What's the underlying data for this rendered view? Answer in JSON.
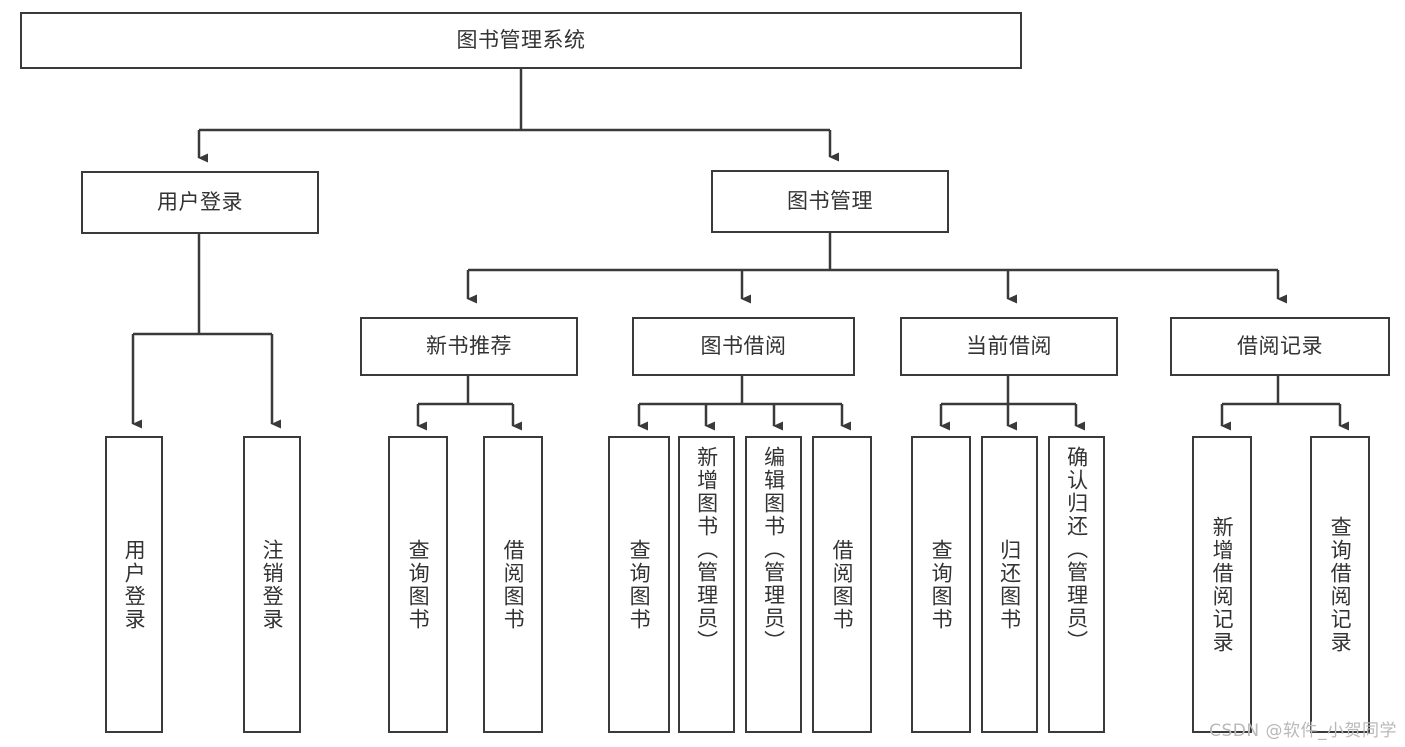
{
  "diagram": {
    "title": "图书管理系统",
    "type": "tree-hierarchy-diagram",
    "root": {
      "id": "root",
      "label": "图书管理系统",
      "orientation": "horizontal"
    },
    "level2": [
      {
        "id": "user-login",
        "label": "用户登录",
        "orientation": "horizontal"
      },
      {
        "id": "book-management",
        "label": "图书管理",
        "orientation": "horizontal"
      }
    ],
    "level3": [
      {
        "id": "new-book-recommend",
        "label": "新书推荐",
        "orientation": "horizontal",
        "parent": "book-management"
      },
      {
        "id": "book-borrow",
        "label": "图书借阅",
        "orientation": "horizontal",
        "parent": "book-management"
      },
      {
        "id": "current-borrow",
        "label": "当前借阅",
        "orientation": "horizontal",
        "parent": "book-management"
      },
      {
        "id": "borrow-record",
        "label": "借阅记录",
        "orientation": "horizontal",
        "parent": "book-management"
      }
    ],
    "leaves": {
      "user-login": [
        {
          "id": "leaf-user-login",
          "label": "用户登录"
        },
        {
          "id": "leaf-user-logout",
          "label": "注销登录"
        }
      ],
      "new-book-recommend": [
        {
          "id": "leaf-query-book-1",
          "label": "查询图书"
        },
        {
          "id": "leaf-borrow-book-1",
          "label": "借阅图书"
        }
      ],
      "book-borrow": [
        {
          "id": "leaf-query-book-2",
          "label": "查询图书"
        },
        {
          "id": "leaf-add-book-admin",
          "label": "新增图书（管理员）"
        },
        {
          "id": "leaf-edit-book-admin",
          "label": "编辑图书（管理员）"
        },
        {
          "id": "leaf-borrow-book-2",
          "label": "借阅图书"
        }
      ],
      "current-borrow": [
        {
          "id": "leaf-query-book-3",
          "label": "查询图书"
        },
        {
          "id": "leaf-return-book",
          "label": "归还图书"
        },
        {
          "id": "leaf-confirm-return-admin",
          "label": "确认归还（管理员）"
        }
      ],
      "borrow-record": [
        {
          "id": "leaf-add-borrow-record",
          "label": "新增借阅记录"
        },
        {
          "id": "leaf-query-borrow-record",
          "label": "查询借阅记录"
        }
      ]
    },
    "colors": {
      "border": "#3a3a3a",
      "text": "#333333",
      "background": "#ffffff",
      "connector": "#3a3a3a",
      "watermark": "#b9b9b9"
    }
  },
  "watermark": {
    "text": "CSDN @软件_小贺同学"
  }
}
